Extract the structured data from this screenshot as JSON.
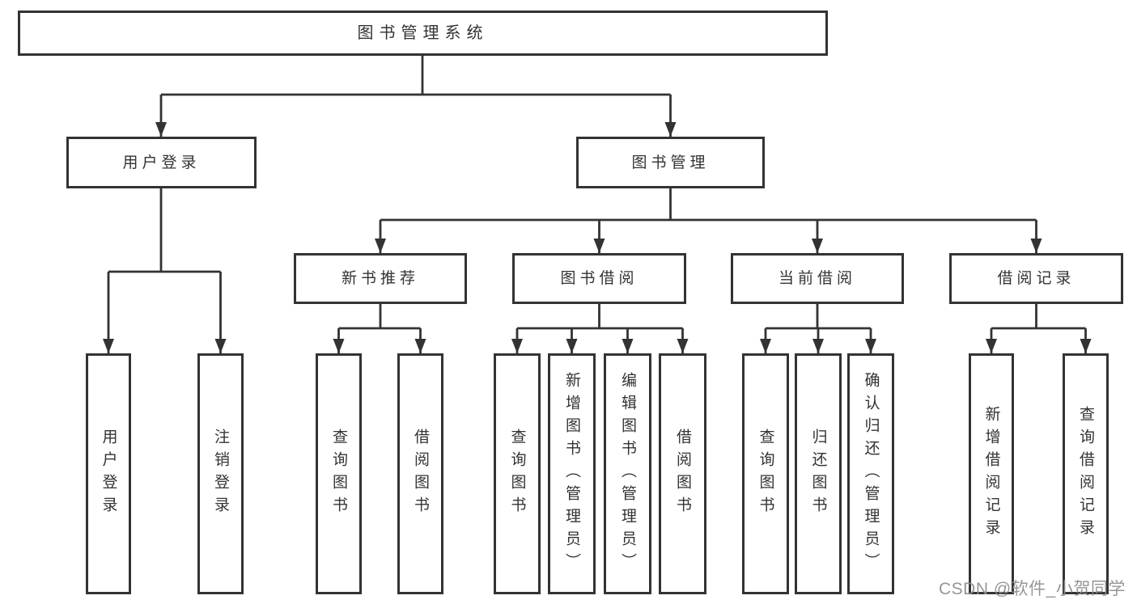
{
  "tree": {
    "root": {
      "label": "图书管理系统"
    },
    "branches": [
      {
        "label": "用户登录",
        "children": [
          {
            "label": "用户登录"
          },
          {
            "label": "注销登录"
          }
        ]
      },
      {
        "label": "图书管理",
        "children": [
          {
            "label": "新书推荐",
            "children": [
              {
                "label": "查询图书"
              },
              {
                "label": "借阅图书"
              }
            ]
          },
          {
            "label": "图书借阅",
            "children": [
              {
                "label": "查询图书"
              },
              {
                "label": "新增图书（管理员）"
              },
              {
                "label": "编辑图书（管理员）"
              },
              {
                "label": "借阅图书"
              }
            ]
          },
          {
            "label": "当前借阅",
            "children": [
              {
                "label": "查询图书"
              },
              {
                "label": "归还图书"
              },
              {
                "label": "确认归还（管理员）"
              }
            ]
          },
          {
            "label": "借阅记录",
            "children": [
              {
                "label": "新增借阅记录"
              },
              {
                "label": "查询借阅记录"
              }
            ]
          }
        ]
      }
    ]
  },
  "watermark": {
    "text": "CSDN @软件_小贺同学"
  },
  "colors": {
    "line": "#333333",
    "text": "#333333",
    "background": "#ffffff",
    "watermark": "#8e8e8e"
  }
}
